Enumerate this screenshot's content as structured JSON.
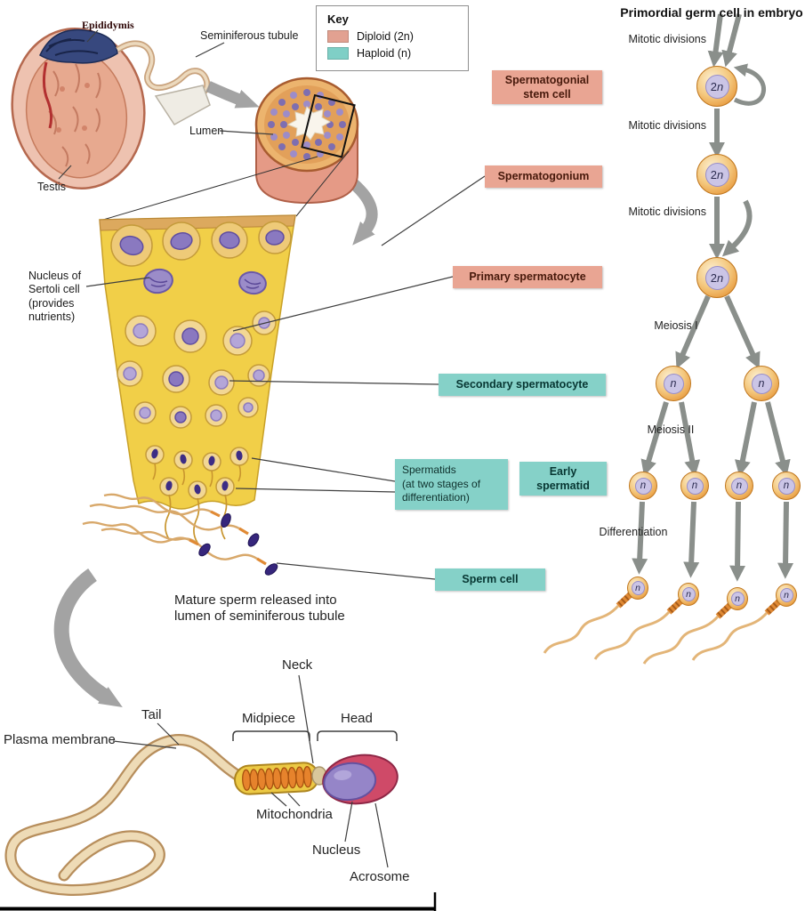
{
  "colors": {
    "diploid_box": "#e9a593",
    "haploid_box": "#85d1c8",
    "key_diploid_swatch": "#e2a191",
    "key_haploid_swatch": "#7fcfc6",
    "cell_ring": "#eeb566",
    "cell_nucleus": "#cbc5e6",
    "tissue_yellow": "#f1cf48",
    "arrow_gray": "#8a8f8b"
  },
  "key": {
    "title": "Key",
    "diploid_label": "Diploid (2n)",
    "haploid_label": "Haploid (n)"
  },
  "anatomy": {
    "epididymis": "Epididymis",
    "seminiferous_tubule": "Seminiferous tubule",
    "lumen": "Lumen",
    "testis": "Testis",
    "sertoli_nucleus": "Nucleus of\nSertoli cell\n(provides\nnutrients)",
    "mature_sperm_caption": "Mature sperm released into\nlumen of seminiferous tubule"
  },
  "sperm_anatomy": {
    "neck": "Neck",
    "tail": "Tail",
    "midpiece": "Midpiece",
    "head": "Head",
    "plasma_membrane": "Plasma membrane",
    "mitochondria": "Mitochondria",
    "nucleus": "Nucleus",
    "acrosome": "Acrosome"
  },
  "flowchart": {
    "header": "Primordial germ cell in embryo",
    "stages": {
      "spermatogonial_stem_cell": "Spermatogonial\nstem cell",
      "spermatogonium": "Spermatogonium",
      "primary_spermatocyte": "Primary spermatocyte",
      "secondary_spermatocyte": "Secondary spermatocyte",
      "early_spermatid": "Early\nspermatid",
      "sperm_cell": "Sperm cell",
      "spermatids_note": "Spermatids\n(at two stages of\ndifferentiation)"
    },
    "processes": {
      "mitotic_1": "Mitotic divisions",
      "mitotic_2": "Mitotic divisions",
      "mitotic_3": "Mitotic divisions",
      "meiosis_1": "Meiosis I",
      "meiosis_2": "Meiosis II",
      "differentiation": "Differentiation"
    },
    "ploidy": {
      "two": "2",
      "n": "n"
    }
  }
}
